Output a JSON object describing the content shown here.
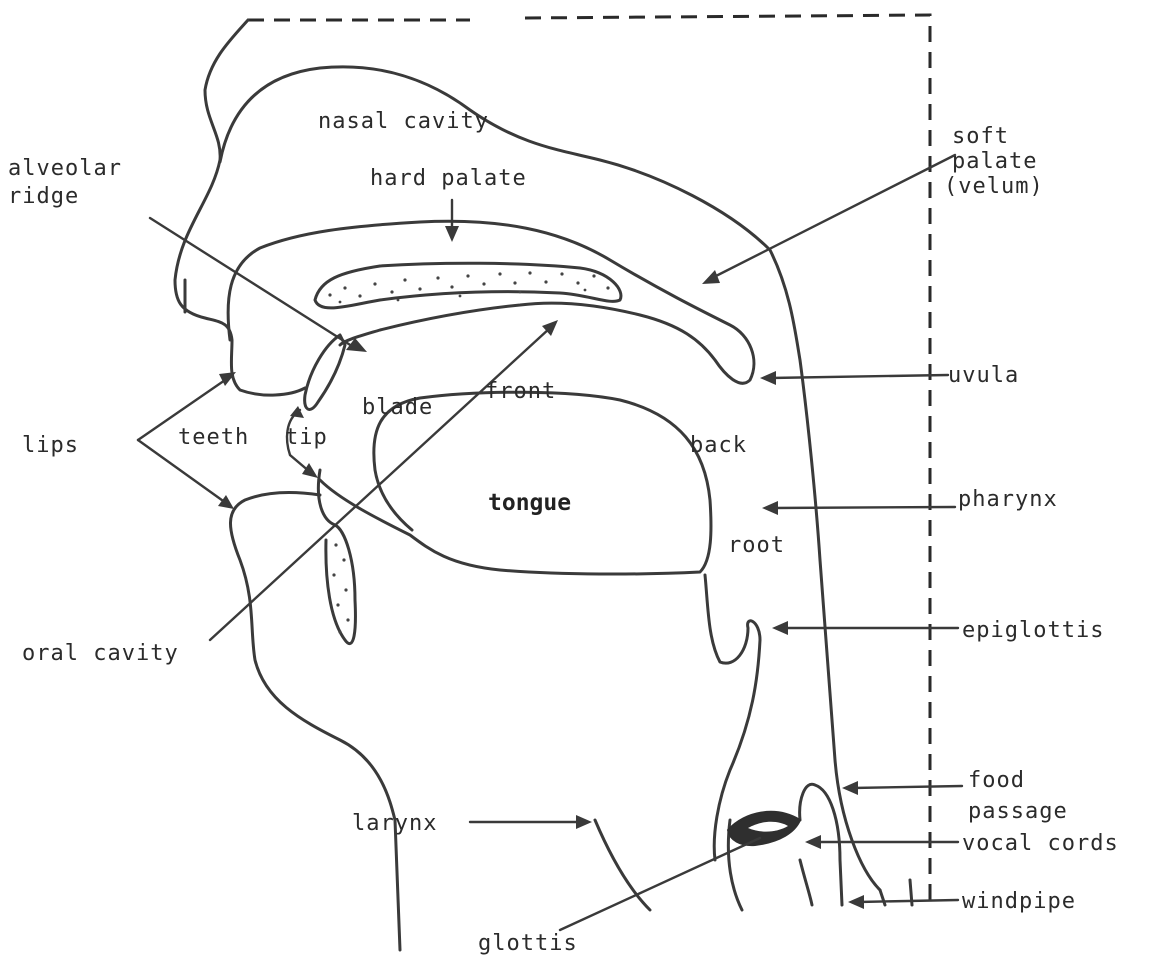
{
  "labels": {
    "nasal_cavity": "nasal cavity",
    "alveolar_ridge_1": "alveolar",
    "alveolar_ridge_2": "ridge",
    "hard_palate": "hard palate",
    "soft_palate_1": "soft",
    "soft_palate_2": "palate",
    "soft_palate_3": "(velum)",
    "uvula": "uvula",
    "lips": "lips",
    "teeth": "teeth",
    "tip": "tip",
    "blade": "blade",
    "front": "front",
    "back": "back",
    "tongue": "tongue",
    "pharynx": "pharynx",
    "root": "root",
    "epiglottis": "epiglottis",
    "oral_cavity": "oral cavity",
    "food_passage_1": "food",
    "food_passage_2": "passage",
    "larynx": "larynx",
    "vocal_cords": "vocal cords",
    "windpipe": "windpipe",
    "glottis": "glottis"
  },
  "colors": {
    "ink": "#3a3a3a",
    "background": "#ffffff"
  }
}
